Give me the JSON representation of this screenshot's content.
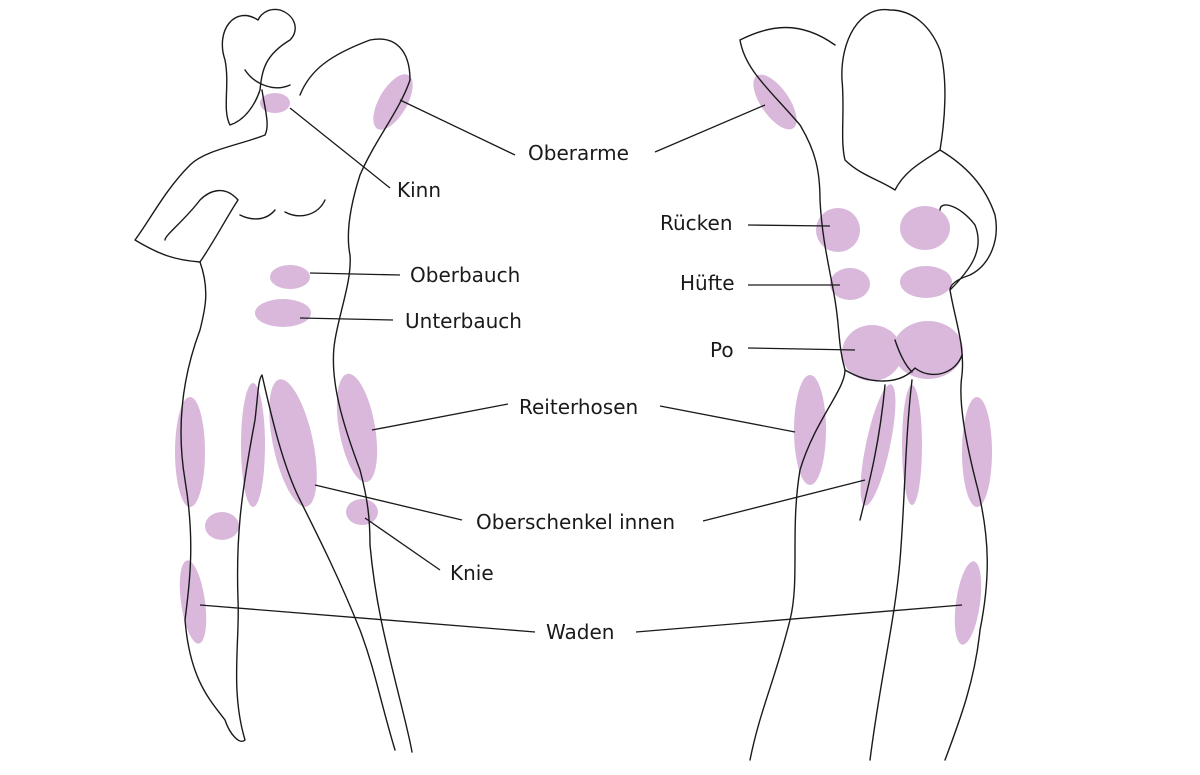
{
  "zone_color": "#d9b8dc",
  "labels": {
    "oberarme": "Oberarme",
    "kinn": "Kinn",
    "oberbauch": "Oberbauch",
    "unterbauch": "Unterbauch",
    "reiterhosen": "Reiterhosen",
    "oberschenkel_innen": "Oberschenkel innen",
    "knie": "Knie",
    "waden": "Waden",
    "ruecken": "Rücken",
    "huefte": "Hüfte",
    "po": "Po"
  }
}
